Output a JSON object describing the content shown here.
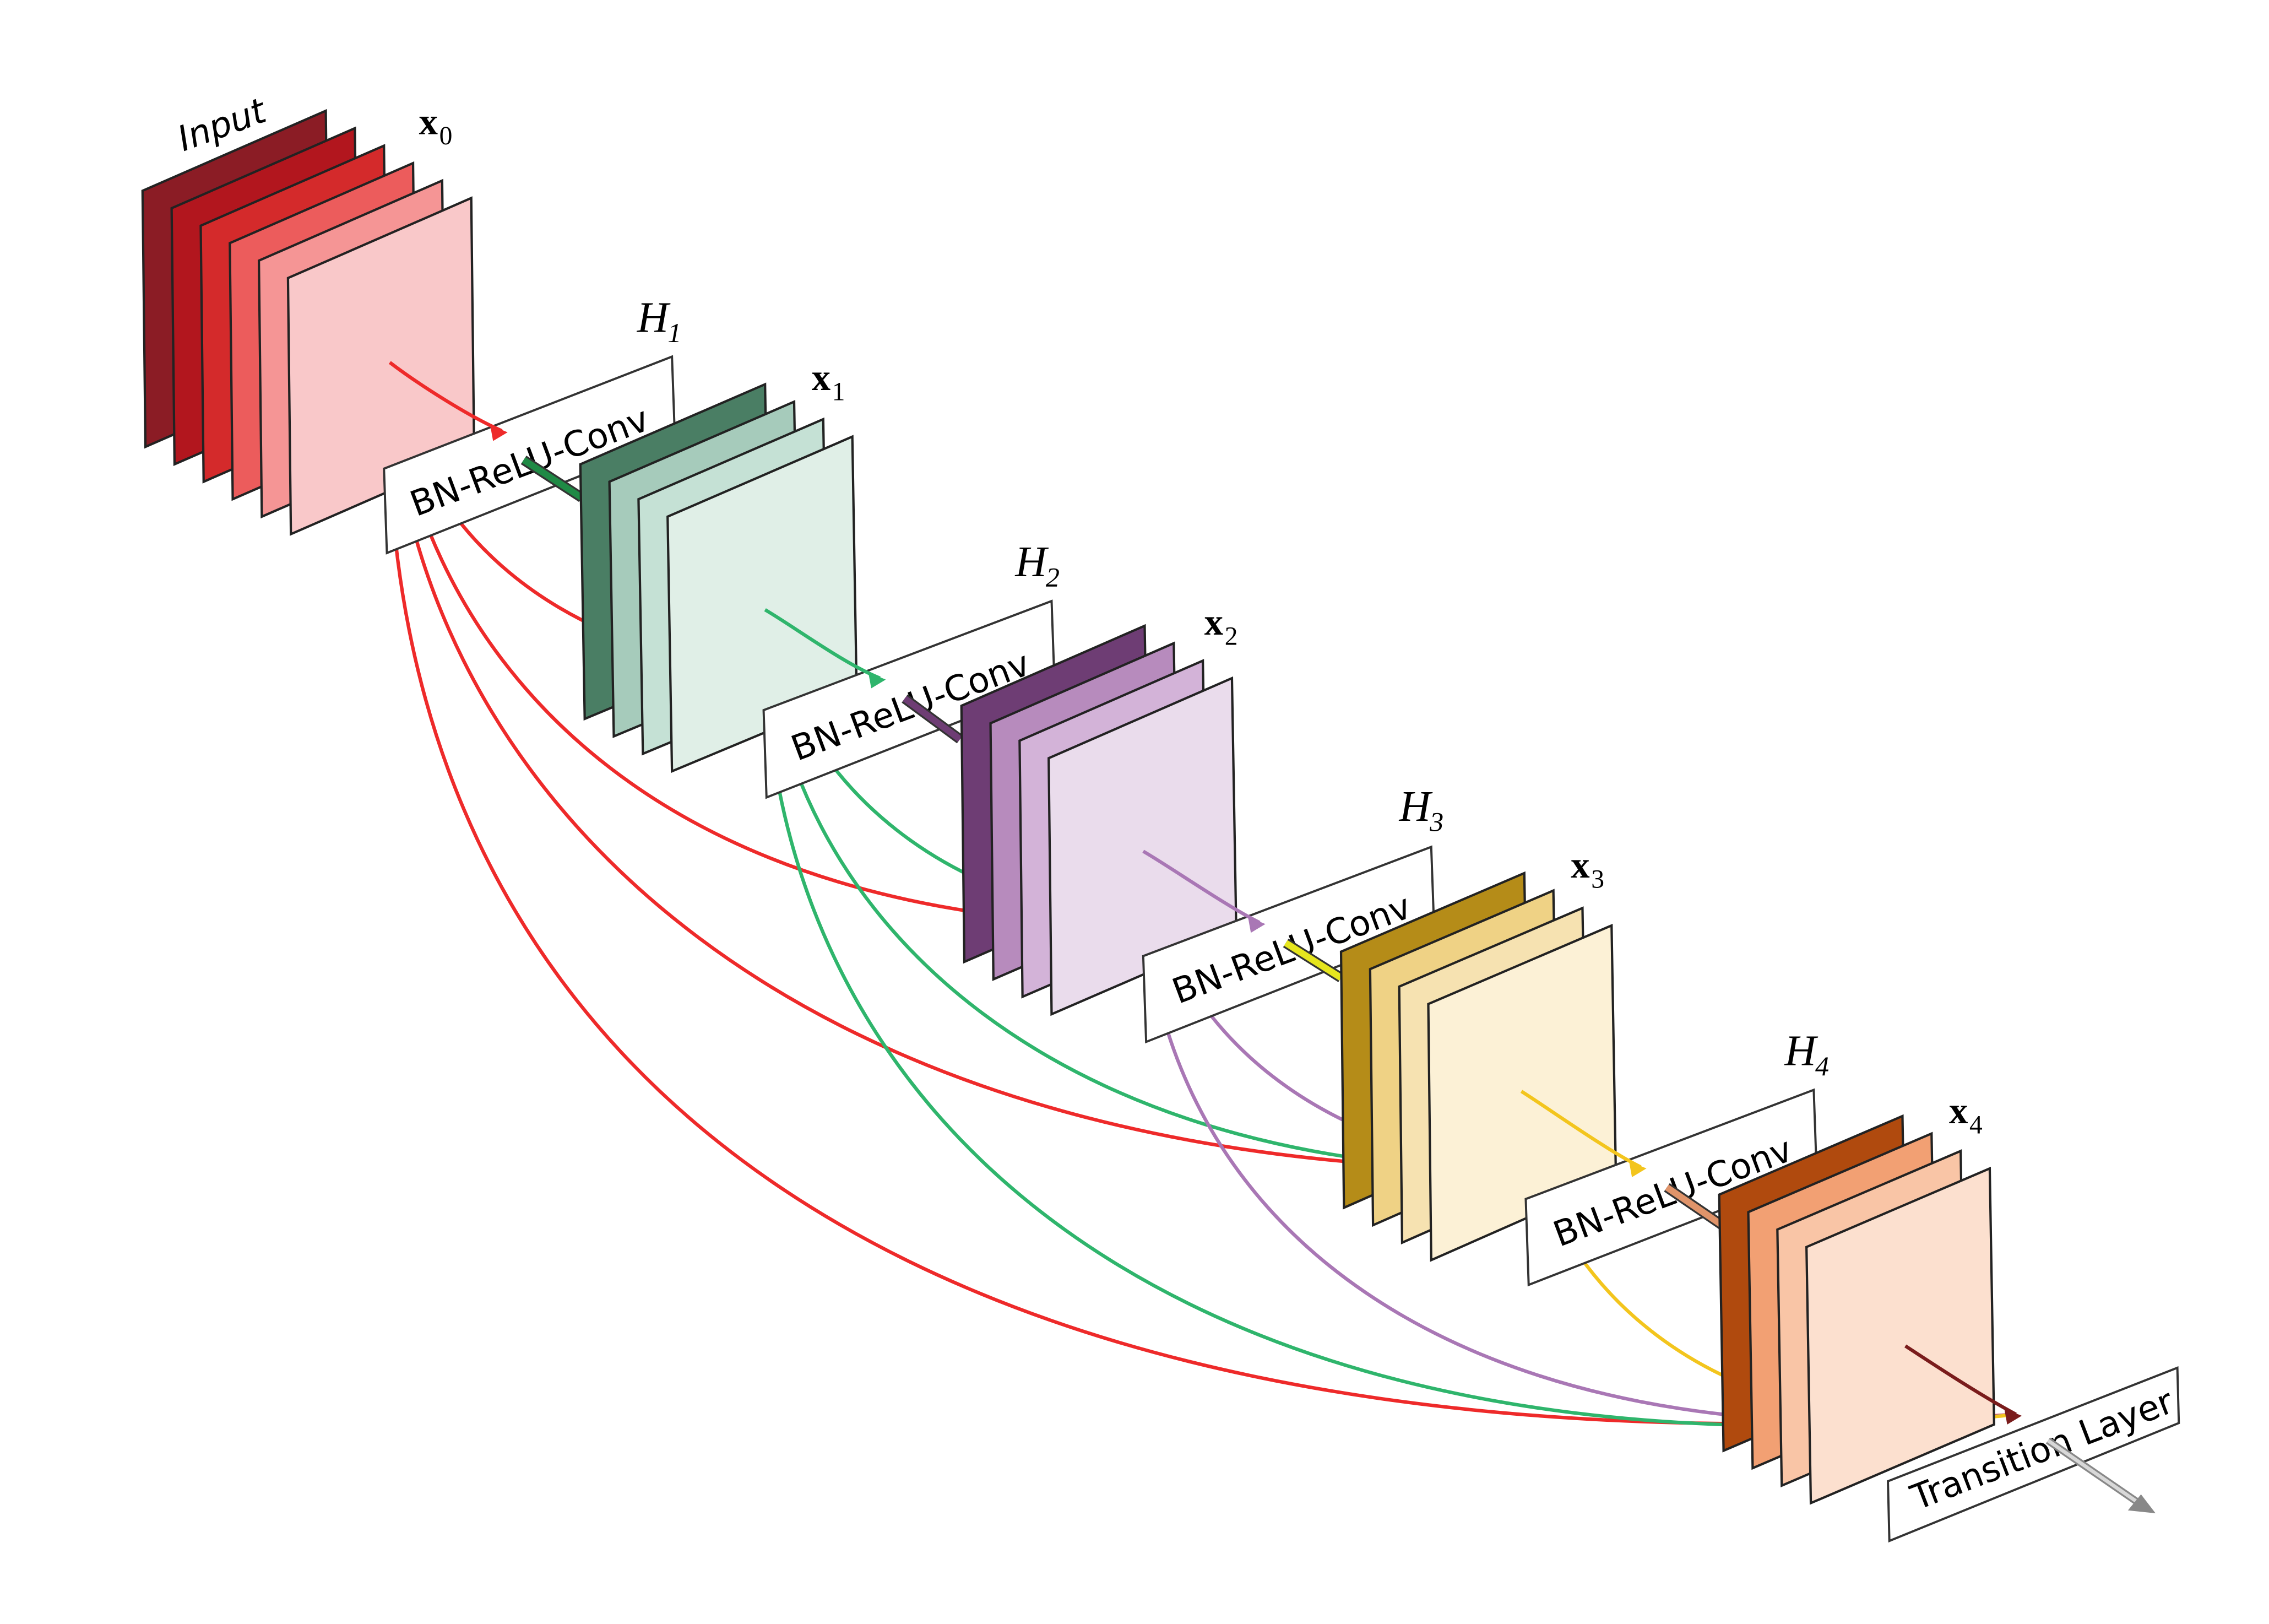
{
  "labels": {
    "input": "Input",
    "transition": "Transition Layer",
    "box": "BN-ReLU-Conv",
    "h_letter": "H",
    "x_letter": "x"
  },
  "blocks": [
    {
      "id": "x0",
      "sub": "0",
      "colors": [
        "#8b1c25",
        "#b2161e",
        "#d42a2b",
        "#ec5c5c",
        "#f59595",
        "#f9c8c9"
      ]
    },
    {
      "id": "x1",
      "h": "1",
      "sub": "1",
      "colors": [
        "#4a7e64",
        "#a6cbbb",
        "#c5e1d5",
        "#e0efe7"
      ]
    },
    {
      "id": "x2",
      "h": "2",
      "sub": "2",
      "colors": [
        "#6e3d74",
        "#b78bbd",
        "#d3b3d8",
        "#eadcec"
      ]
    },
    {
      "id": "x3",
      "h": "3",
      "sub": "3",
      "colors": [
        "#b58c18",
        "#efd285",
        "#f6e2b1",
        "#fcf1d6"
      ]
    },
    {
      "id": "x4",
      "h": "4",
      "sub": "4",
      "colors": [
        "#b04a0e",
        "#f2a073",
        "#f9c5a6",
        "#fce0cf"
      ]
    }
  ],
  "colors": {
    "x0_conn": "#ee2a2a",
    "x1_conn": "#2fb56c",
    "x2_conn": "#a977b5",
    "x3_conn": "#f3c51d",
    "x4_conn": "#7a1c1c",
    "bar1": "#1f8a45",
    "bar2": "#6e3d74",
    "bar3": "#e6e61e",
    "bar4": "#e0946a",
    "exit_arrow": "#c0c0c0"
  }
}
